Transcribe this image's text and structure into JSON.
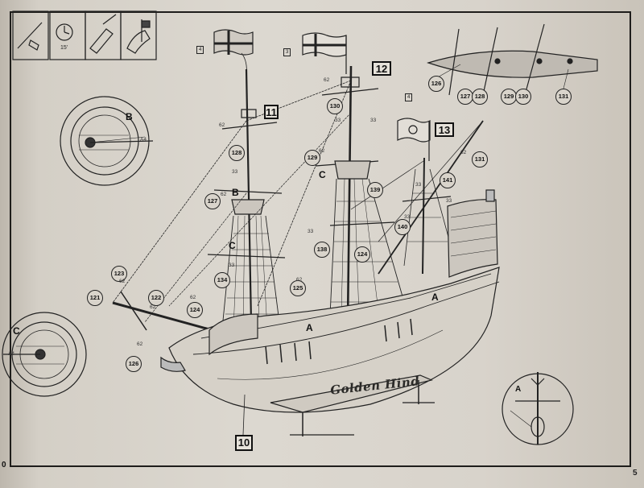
{
  "page": {
    "number": "5",
    "corner_mark": "0"
  },
  "header_panels": [
    {
      "time": "15'"
    }
  ],
  "flags": [
    {
      "number": "4"
    },
    {
      "number": "3"
    },
    {
      "number": "4"
    }
  ],
  "step_boxes": {
    "main_mast": "12",
    "fore_mast": "11",
    "mizzen_mast": "13",
    "hull": "10"
  },
  "detail_letters": {
    "detail_b": "B",
    "detail_c": "C",
    "detail_a": "A",
    "ship_b": "B",
    "ship_c1": "C",
    "ship_c2": "C",
    "ship_a1": "A",
    "ship_a2": "A"
  },
  "ship_name": "Golden Hind",
  "part_numbers": {
    "p121": "121",
    "p122": "122",
    "p123": "123",
    "p124a": "124",
    "p124b": "124",
    "p125": "125",
    "p126a": "126",
    "p126b": "126",
    "p127a": "127",
    "p127b": "127",
    "p128a": "128",
    "p128b": "128",
    "p129a": "129",
    "p129b": "129",
    "p130a": "130",
    "p130b": "130",
    "p131a": "131",
    "p131b": "131",
    "p134": "134",
    "p138": "138",
    "p139": "139",
    "p140": "140",
    "p141": "141"
  },
  "rope_labels": {
    "r62a": "62",
    "r62b": "62",
    "r62c": "62",
    "r62d": "62",
    "r62e": "62",
    "r62f": "62",
    "r62g": "62",
    "r62h": "62",
    "r62i": "62",
    "r62j": "62",
    "r33a": "33",
    "r33b": "33",
    "r33c": "33",
    "r33d": "33",
    "r33e": "33",
    "r33f": "33",
    "r33g": "33",
    "r33h": "33"
  },
  "detail_labels": {
    "a4a": "A4",
    "a4b": "A4",
    "b": "B"
  }
}
